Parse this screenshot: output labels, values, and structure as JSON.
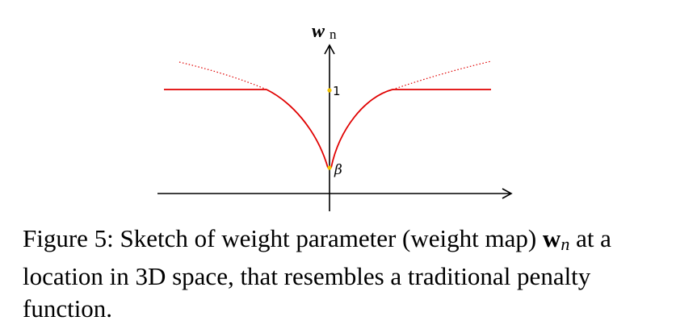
{
  "figure": {
    "axis_label": {
      "base": "w",
      "subscript": "n"
    },
    "tick_label_one": "1",
    "tick_label_beta": "β",
    "colors": {
      "curve": "#e00000",
      "axis": "#000000",
      "tick_marker": "#f2c200"
    }
  },
  "caption": {
    "prefix": "Figure 5: Sketch of weight parameter (weight map) ",
    "math_symbol": "w",
    "math_subscript": "n",
    "suffix": " at a location in 3D space, that resembles a traditional penalty function."
  }
}
